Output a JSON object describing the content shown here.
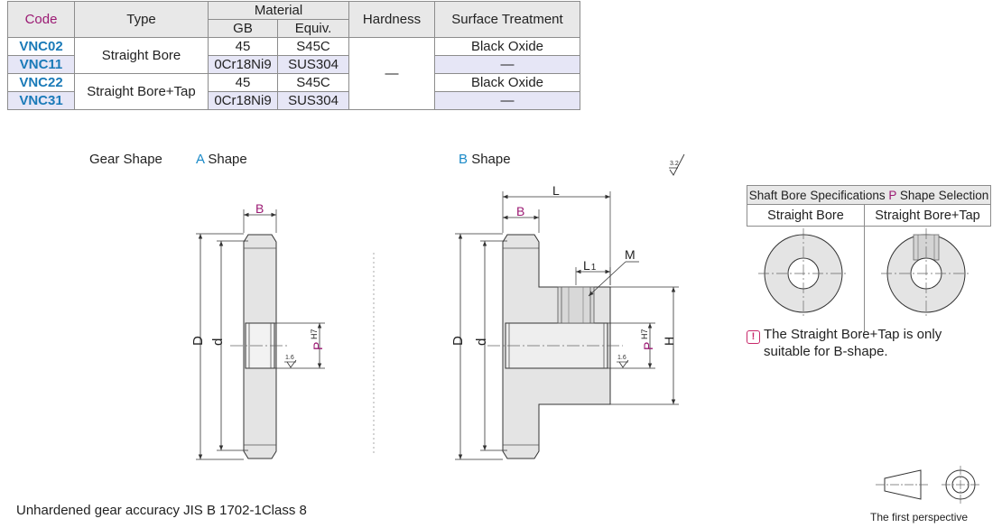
{
  "table": {
    "headers": {
      "code": "Code",
      "type": "Type",
      "material": "Material",
      "gb": "GB",
      "equiv": "Equiv.",
      "hardness": "Hardness",
      "surface": "Surface Treatment"
    },
    "rows": [
      {
        "code": "VNC02",
        "gb": "45",
        "equiv": "S45C",
        "surface": "Black Oxide"
      },
      {
        "code": "VNC11",
        "gb": "0Cr18Ni9",
        "equiv": "SUS304",
        "surface": "—"
      },
      {
        "code": "VNC22",
        "gb": "45",
        "equiv": "S45C",
        "surface": "Black Oxide"
      },
      {
        "code": "VNC31",
        "gb": "0Cr18Ni9",
        "equiv": "SUS304",
        "surface": "—"
      }
    ],
    "types": [
      "Straight Bore",
      "Straight Bore+Tap"
    ],
    "hardness": "—"
  },
  "labels": {
    "gear_shape": "Gear Shape",
    "a_letter": "A",
    "shape_word": "Shape",
    "b_letter": "B",
    "roughness": "3.2",
    "roughness_small": "1.6"
  },
  "dims": {
    "B": "B",
    "D": "D",
    "d": "d",
    "L": "L",
    "L1": "L",
    "L1_sub": "1",
    "M": "M",
    "H": "H",
    "P": "P",
    "H7": "H7"
  },
  "bore_table": {
    "title_pre": "Shaft Bore Specifications ",
    "title_p": "P",
    "title_post": " Shape Selection",
    "col1": "Straight Bore",
    "col2": "Straight Bore+Tap"
  },
  "note": {
    "icon": "!",
    "line1": "The Straight Bore+Tap is only",
    "line2": "suitable for B-shape."
  },
  "footer": {
    "accuracy": "Unhardened gear accuracy JIS B 1702-1Class 8",
    "perspective": "The first perspective"
  },
  "colors": {
    "code_blue": "#1a7ab8",
    "accent_blue": "#1a8ac8",
    "magenta": "#9b1a73",
    "alt_row": "#e6e6f6",
    "part_fill": "#e4e4e4"
  }
}
